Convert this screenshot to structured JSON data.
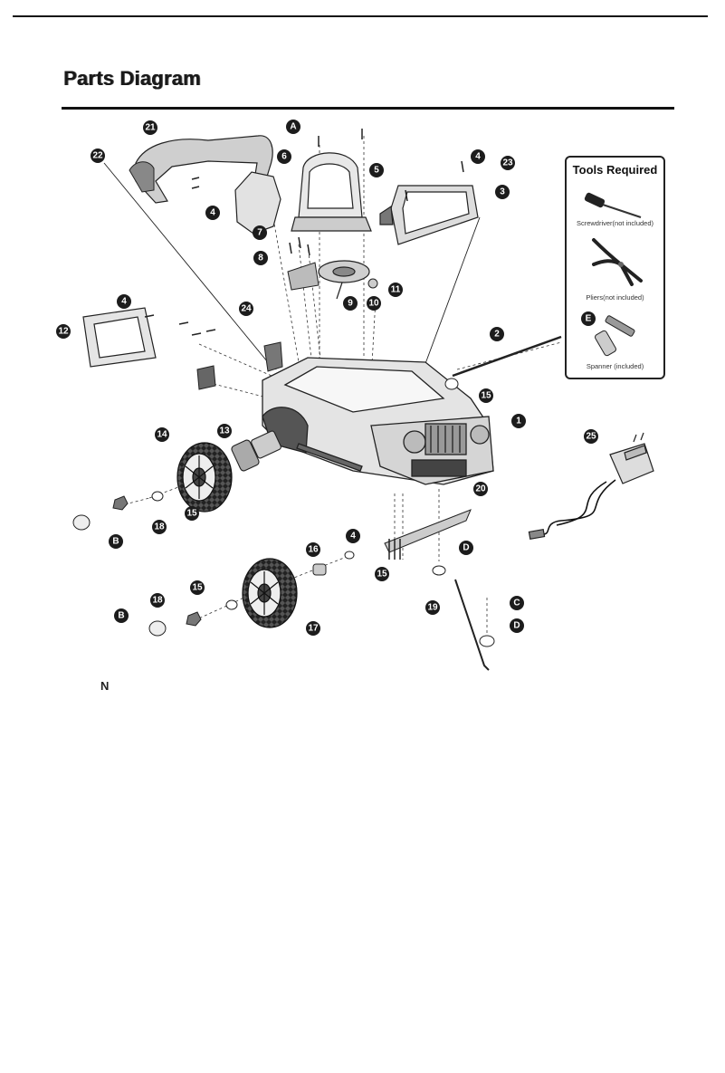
{
  "page": {
    "title": "Parts Diagram",
    "note_marker": "N"
  },
  "tools": {
    "heading": "Tools Required",
    "items": [
      {
        "label": "Screwdriver(not included)",
        "icon": "screwdriver-icon"
      },
      {
        "label": "Pliers(not included)",
        "icon": "pliers-icon"
      },
      {
        "label": "Spanner (included)",
        "icon": "spanner-icon",
        "tag": "E"
      }
    ]
  },
  "callouts": [
    "1",
    "2",
    "3",
    "4",
    "5",
    "6",
    "7",
    "8",
    "9",
    "10",
    "11",
    "12",
    "13",
    "14",
    "15",
    "16",
    "17",
    "18",
    "19",
    "20",
    "21",
    "22",
    "23",
    "24",
    "25",
    "A",
    "B",
    "C",
    "D",
    "E"
  ]
}
